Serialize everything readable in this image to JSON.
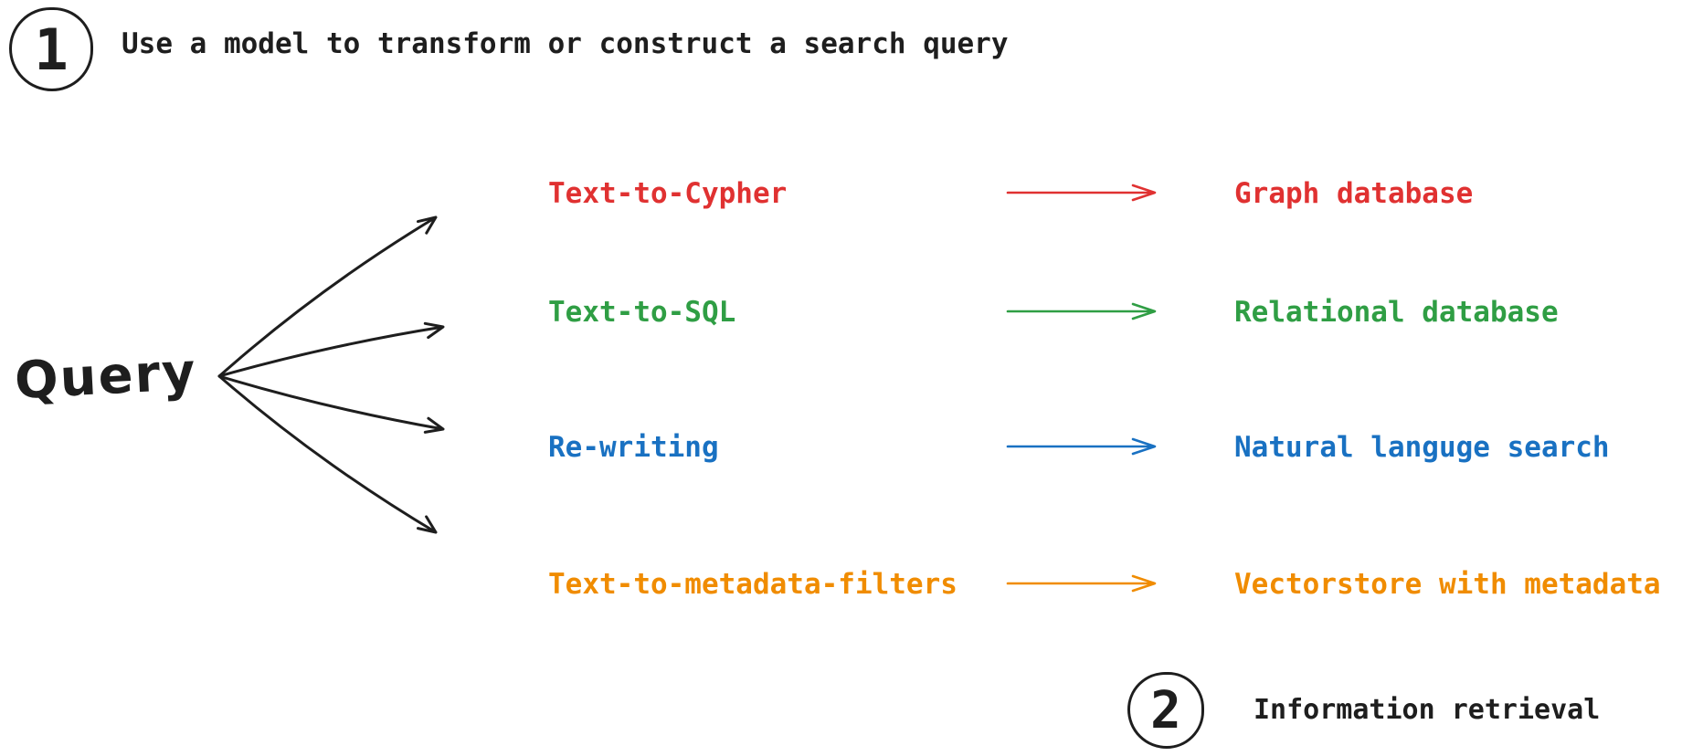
{
  "colors": {
    "ink": "#1e1e1e",
    "background": "#ffffff"
  },
  "step1": {
    "number": "1",
    "label": "Use a model to transform or construct a search query"
  },
  "step2": {
    "number": "2",
    "label": "Information retrieval"
  },
  "query": {
    "label": "Query"
  },
  "rows": [
    {
      "method": "Text-to-Cypher",
      "target": "Graph database",
      "color": "#e03131"
    },
    {
      "method": "Text-to-SQL",
      "target": "Relational database",
      "color": "#2f9e44"
    },
    {
      "method": "Re-writing",
      "target": "Natural languge search",
      "color": "#1971c2"
    },
    {
      "method": "Text-to-metadata-filters",
      "target": "Vectorstore with metadata",
      "color": "#f08c00"
    }
  ]
}
